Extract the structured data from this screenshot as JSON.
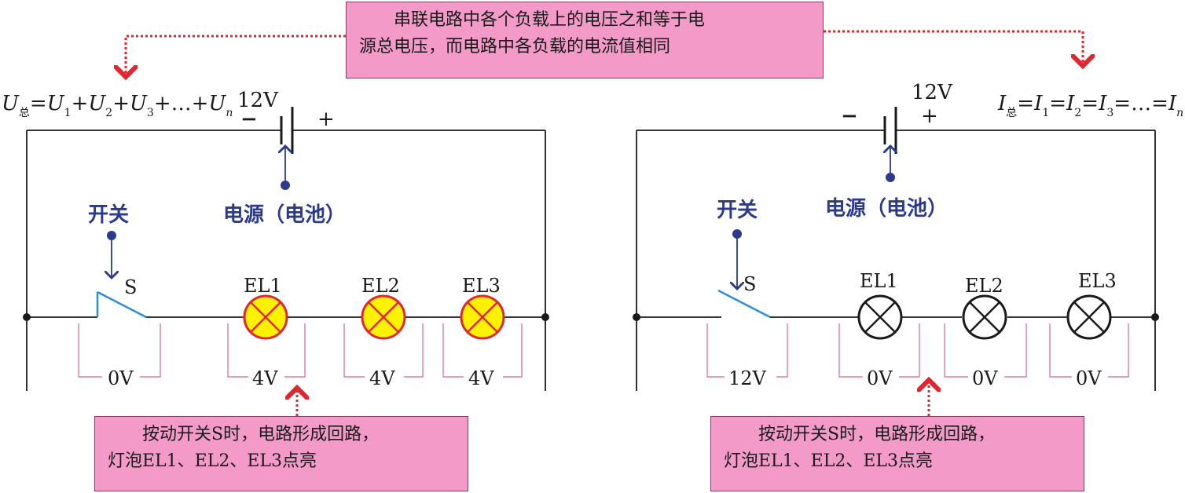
{
  "top_note": {
    "line1": "串联电路中各个负载上的电压之和等于电",
    "line2": "源总电压，而电路中各负载的电流值相同"
  },
  "left": {
    "formula": {
      "U": "U",
      "sub_total": "总",
      "eq": "=",
      "U1": "U",
      "s1": "1",
      "plus": "+",
      "s2": "2",
      "s3": "3",
      "dots": "…",
      "sn": "n"
    },
    "battery_voltage": "12V",
    "minus": "−",
    "plus": "+",
    "power_label": "电源（电池）",
    "switch_label": "开关",
    "switch_name": "S",
    "lamps": [
      {
        "name": "EL1",
        "voltage": "4V"
      },
      {
        "name": "EL2",
        "voltage": "4V"
      },
      {
        "name": "EL3",
        "voltage": "4V"
      }
    ],
    "switch_voltage": "0V",
    "note": {
      "line1": "按动开关S时，电路形成回路，",
      "line2": "灯泡EL1、EL2、EL3点亮"
    }
  },
  "right": {
    "formula": {
      "I": "I",
      "sub_total": "总",
      "eq": "=",
      "s1": "1",
      "s2": "2",
      "s3": "3",
      "dots": "…",
      "sn": "n"
    },
    "battery_voltage": "12V",
    "minus": "−",
    "plus": "+",
    "power_label": "电源（电池）",
    "switch_label": "开关",
    "switch_name": "S",
    "lamps": [
      {
        "name": "EL1",
        "voltage": "0V"
      },
      {
        "name": "EL2",
        "voltage": "0V"
      },
      {
        "name": "EL3",
        "voltage": "0V"
      }
    ],
    "switch_voltage": "12V",
    "note": {
      "line1": "按动开关S时，电路形成回路，",
      "line2": "灯泡EL1、EL2、EL3点亮"
    }
  },
  "colors": {
    "wire": "#1a1a1a",
    "label_blue": "#2b3a8c",
    "pointer_red": "#e0262e",
    "bracket_pink": "#e07a9a",
    "switch_blue": "#2a8fd6",
    "lamp_on_fill": "#fff200",
    "lamp_on_ring": "#e0262e",
    "note_fill": "#f49ac8"
  }
}
